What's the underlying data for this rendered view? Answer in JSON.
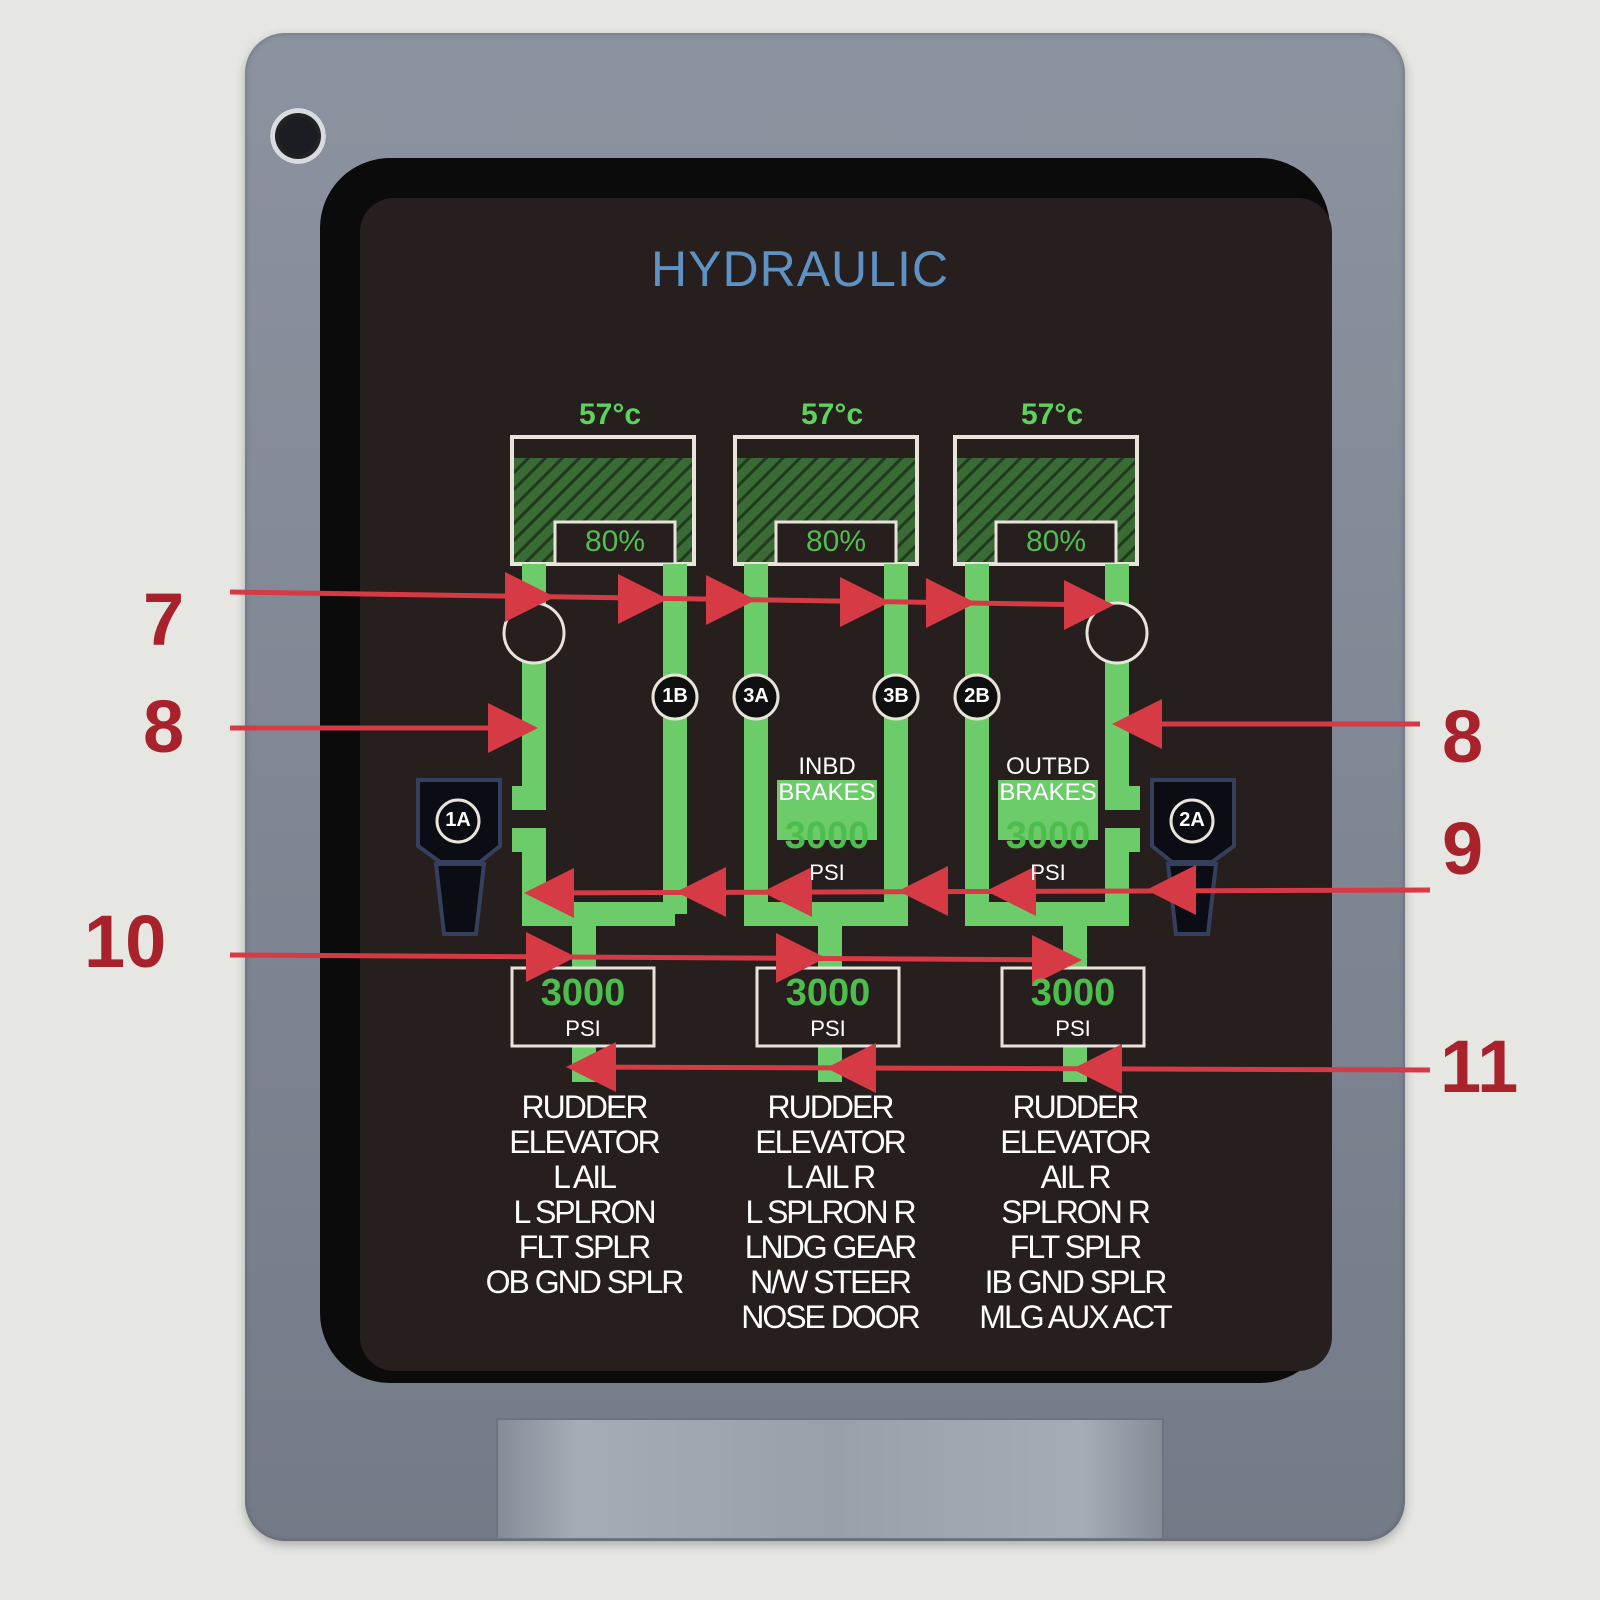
{
  "panel": {
    "title": "HYDRAULIC",
    "systems": [
      {
        "id": "sys1",
        "temperature": "57°c",
        "quantity": "80%",
        "brake_label": "",
        "brake_pressure": "",
        "pressure": "3000",
        "pressure_unit": "PSI",
        "consumers": [
          "RUDDER",
          "ELEVATOR",
          "L AIL",
          "L SPLRON",
          "FLT SPLR",
          "OB GND SPLR"
        ]
      },
      {
        "id": "sys3",
        "temperature": "57°c",
        "quantity": "80%",
        "brake_label": "INBD BRAKES",
        "brake_pressure": "3000",
        "pressure": "3000",
        "pressure_unit": "PSI",
        "consumers": [
          "RUDDER",
          "ELEVATOR",
          "L AIL R",
          "L SPLRON R",
          "LNDG GEAR",
          "N/W STEER",
          "NOSE DOOR"
        ]
      },
      {
        "id": "sys2",
        "temperature": "57°c",
        "quantity": "80%",
        "brake_label": "OUTBD BRAKES",
        "brake_pressure": "3000",
        "pressure": "3000",
        "pressure_unit": "PSI",
        "consumers": [
          "RUDDER",
          "ELEVATOR",
          "AIL R",
          "SPLRON R",
          "FLT SPLR",
          "IB GND SPLR",
          "MLG AUX ACT"
        ]
      }
    ],
    "pumps": {
      "p1B": "1B",
      "p3A": "3A",
      "p3B": "3B",
      "p2B": "2B",
      "p1A": "1A",
      "p2A": "2A"
    },
    "brake_pressure_unit": "PSI"
  },
  "callouts": {
    "c7": "7",
    "c8_left": "8",
    "c8_right": "8",
    "c9": "9",
    "c10": "10",
    "c11": "11"
  },
  "colors": {
    "line_green": "#6dcc6a",
    "text_green": "#4fbe4f",
    "title_blue": "#5f92c4",
    "callout_red": "#a8222b",
    "screen_bg": "#271f1e"
  }
}
